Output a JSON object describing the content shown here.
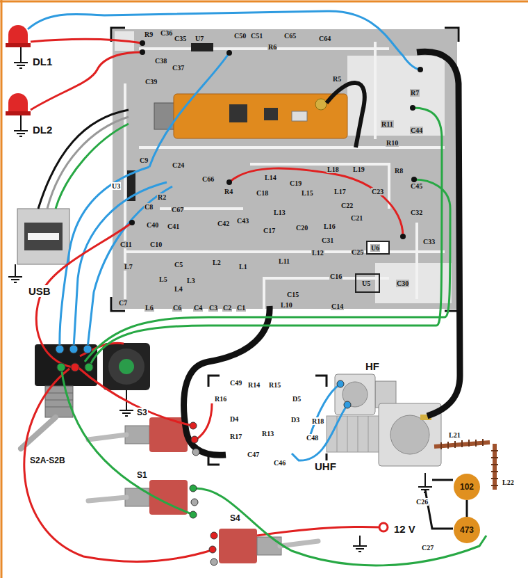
{
  "diagram": {
    "nodes": [
      {
        "text": [
          "102"
        ]
      },
      {
        "text": [
          "473"
        ]
      }
    ],
    "edges": [
      {
        "from": 0,
        "to": 1,
        "arrow": "none"
      }
    ],
    "labels": [
      "DL1",
      "DL2",
      "USB",
      "R9",
      "C36",
      "C35",
      "U7",
      "C50",
      "C51",
      "C65",
      "C64",
      "R6",
      "R5",
      "C38",
      "C37",
      "C39",
      "R7",
      "R11",
      "C44",
      "R10",
      "R8",
      "C45",
      "C32",
      "C33",
      "C9",
      "C24",
      "C66",
      "R4",
      "L14",
      "C19",
      "L18",
      "L19",
      "C18",
      "L15",
      "L17",
      "C22",
      "C23",
      "U3",
      "R2",
      "C8",
      "C67",
      "C40",
      "C41",
      "C42",
      "C43",
      "L13",
      "C20",
      "L16",
      "C21",
      "C17",
      "C31",
      "C25",
      "U6",
      "C11",
      "C10",
      "L7",
      "C5",
      "L5",
      "L3",
      "L2",
      "L4",
      "L1",
      "L12",
      "L11",
      "C16",
      "C15",
      "U5",
      "C30",
      "C14",
      "L10",
      "C7",
      "L6",
      "C6",
      "C4",
      "C3",
      "C2",
      "C1",
      "C49",
      "R14",
      "R15",
      "R16",
      "D5",
      "D4",
      "R18",
      "R13",
      "D3",
      "C48",
      "R17",
      "C47",
      "C46",
      "HF",
      "UHF",
      "L21",
      "L22",
      "C26",
      "C27",
      "S2A-S2B",
      "S3",
      "S1",
      "S4",
      "12 V"
    ]
  }
}
